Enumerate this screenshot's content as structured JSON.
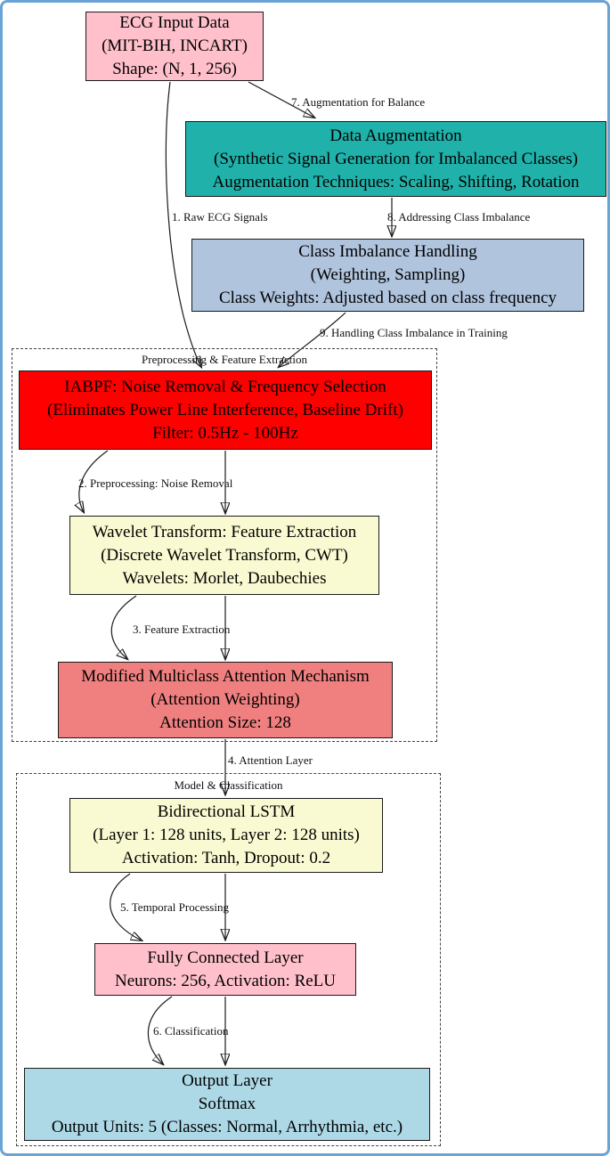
{
  "nodes": {
    "ecg": {
      "lines": [
        "ECG Input Data",
        "(MIT-BIH, INCART)",
        "Shape: (N, 1, 256)"
      ],
      "fill": "#ffc0cb"
    },
    "augmentation": {
      "lines": [
        "Data Augmentation",
        "(Synthetic Signal Generation for Imbalanced Classes)",
        "Augmentation Techniques: Scaling, Shifting, Rotation"
      ],
      "fill": "#20b2aa"
    },
    "imbalance": {
      "lines": [
        "Class Imbalance Handling",
        "(Weighting, Sampling)",
        "Class Weights: Adjusted based on class frequency"
      ],
      "fill": "#b0c4de"
    },
    "iabpf": {
      "lines": [
        "IABPF: Noise Removal & Frequency Selection",
        "(Eliminates Power Line Interference, Baseline Drift)",
        "Filter: 0.5Hz - 100Hz"
      ],
      "fill": "#fe0000"
    },
    "wavelet": {
      "lines": [
        "Wavelet Transform: Feature Extraction",
        "(Discrete Wavelet Transform, CWT)",
        "Wavelets: Morlet, Daubechies"
      ],
      "fill": "#fafad2"
    },
    "attention": {
      "lines": [
        "Modified Multiclass Attention Mechanism",
        "(Attention Weighting)",
        "Attention Size: 128"
      ],
      "fill": "#f08080"
    },
    "bilstm": {
      "lines": [
        "Bidirectional LSTM",
        "(Layer 1: 128 units, Layer 2: 128 units)",
        "Activation: Tanh, Dropout: 0.2"
      ],
      "fill": "#fafad2"
    },
    "fc": {
      "lines": [
        "Fully Connected Layer",
        "Neurons: 256, Activation: ReLU"
      ],
      "fill": "#ffc0cb"
    },
    "output": {
      "lines": [
        "Output Layer",
        "Softmax",
        "Output Units: 5 (Classes: Normal, Arrhythmia, etc.)"
      ],
      "fill": "#add8e6"
    }
  },
  "clusters": {
    "preprocessing": {
      "label": "Preprocessing & Feature Extraction"
    },
    "model": {
      "label": "Model & Classification"
    }
  },
  "edges": {
    "e1": "1. Raw ECG Signals",
    "e2": "2. Preprocessing: Noise Removal",
    "e3": "3. Feature Extraction",
    "e4": "4. Attention Layer",
    "e5": "5. Temporal Processing",
    "e6": "6. Classification",
    "e7": "7. Augmentation for Balance",
    "e8": "8. Addressing Class Imbalance",
    "e9": "9. Handling Class Imbalance in Training"
  },
  "colors": {
    "frame_border": "#6ba3d6",
    "node_border": "#1a1a1a",
    "arrow": "#1a1a1a",
    "pink": "#ffc0cb",
    "teal": "#20b2aa",
    "steel_blue": "#b0c4de",
    "red": "#fe0000",
    "light_yellow": "#fafad2",
    "coral": "#f08080",
    "light_blue": "#add8e6"
  }
}
